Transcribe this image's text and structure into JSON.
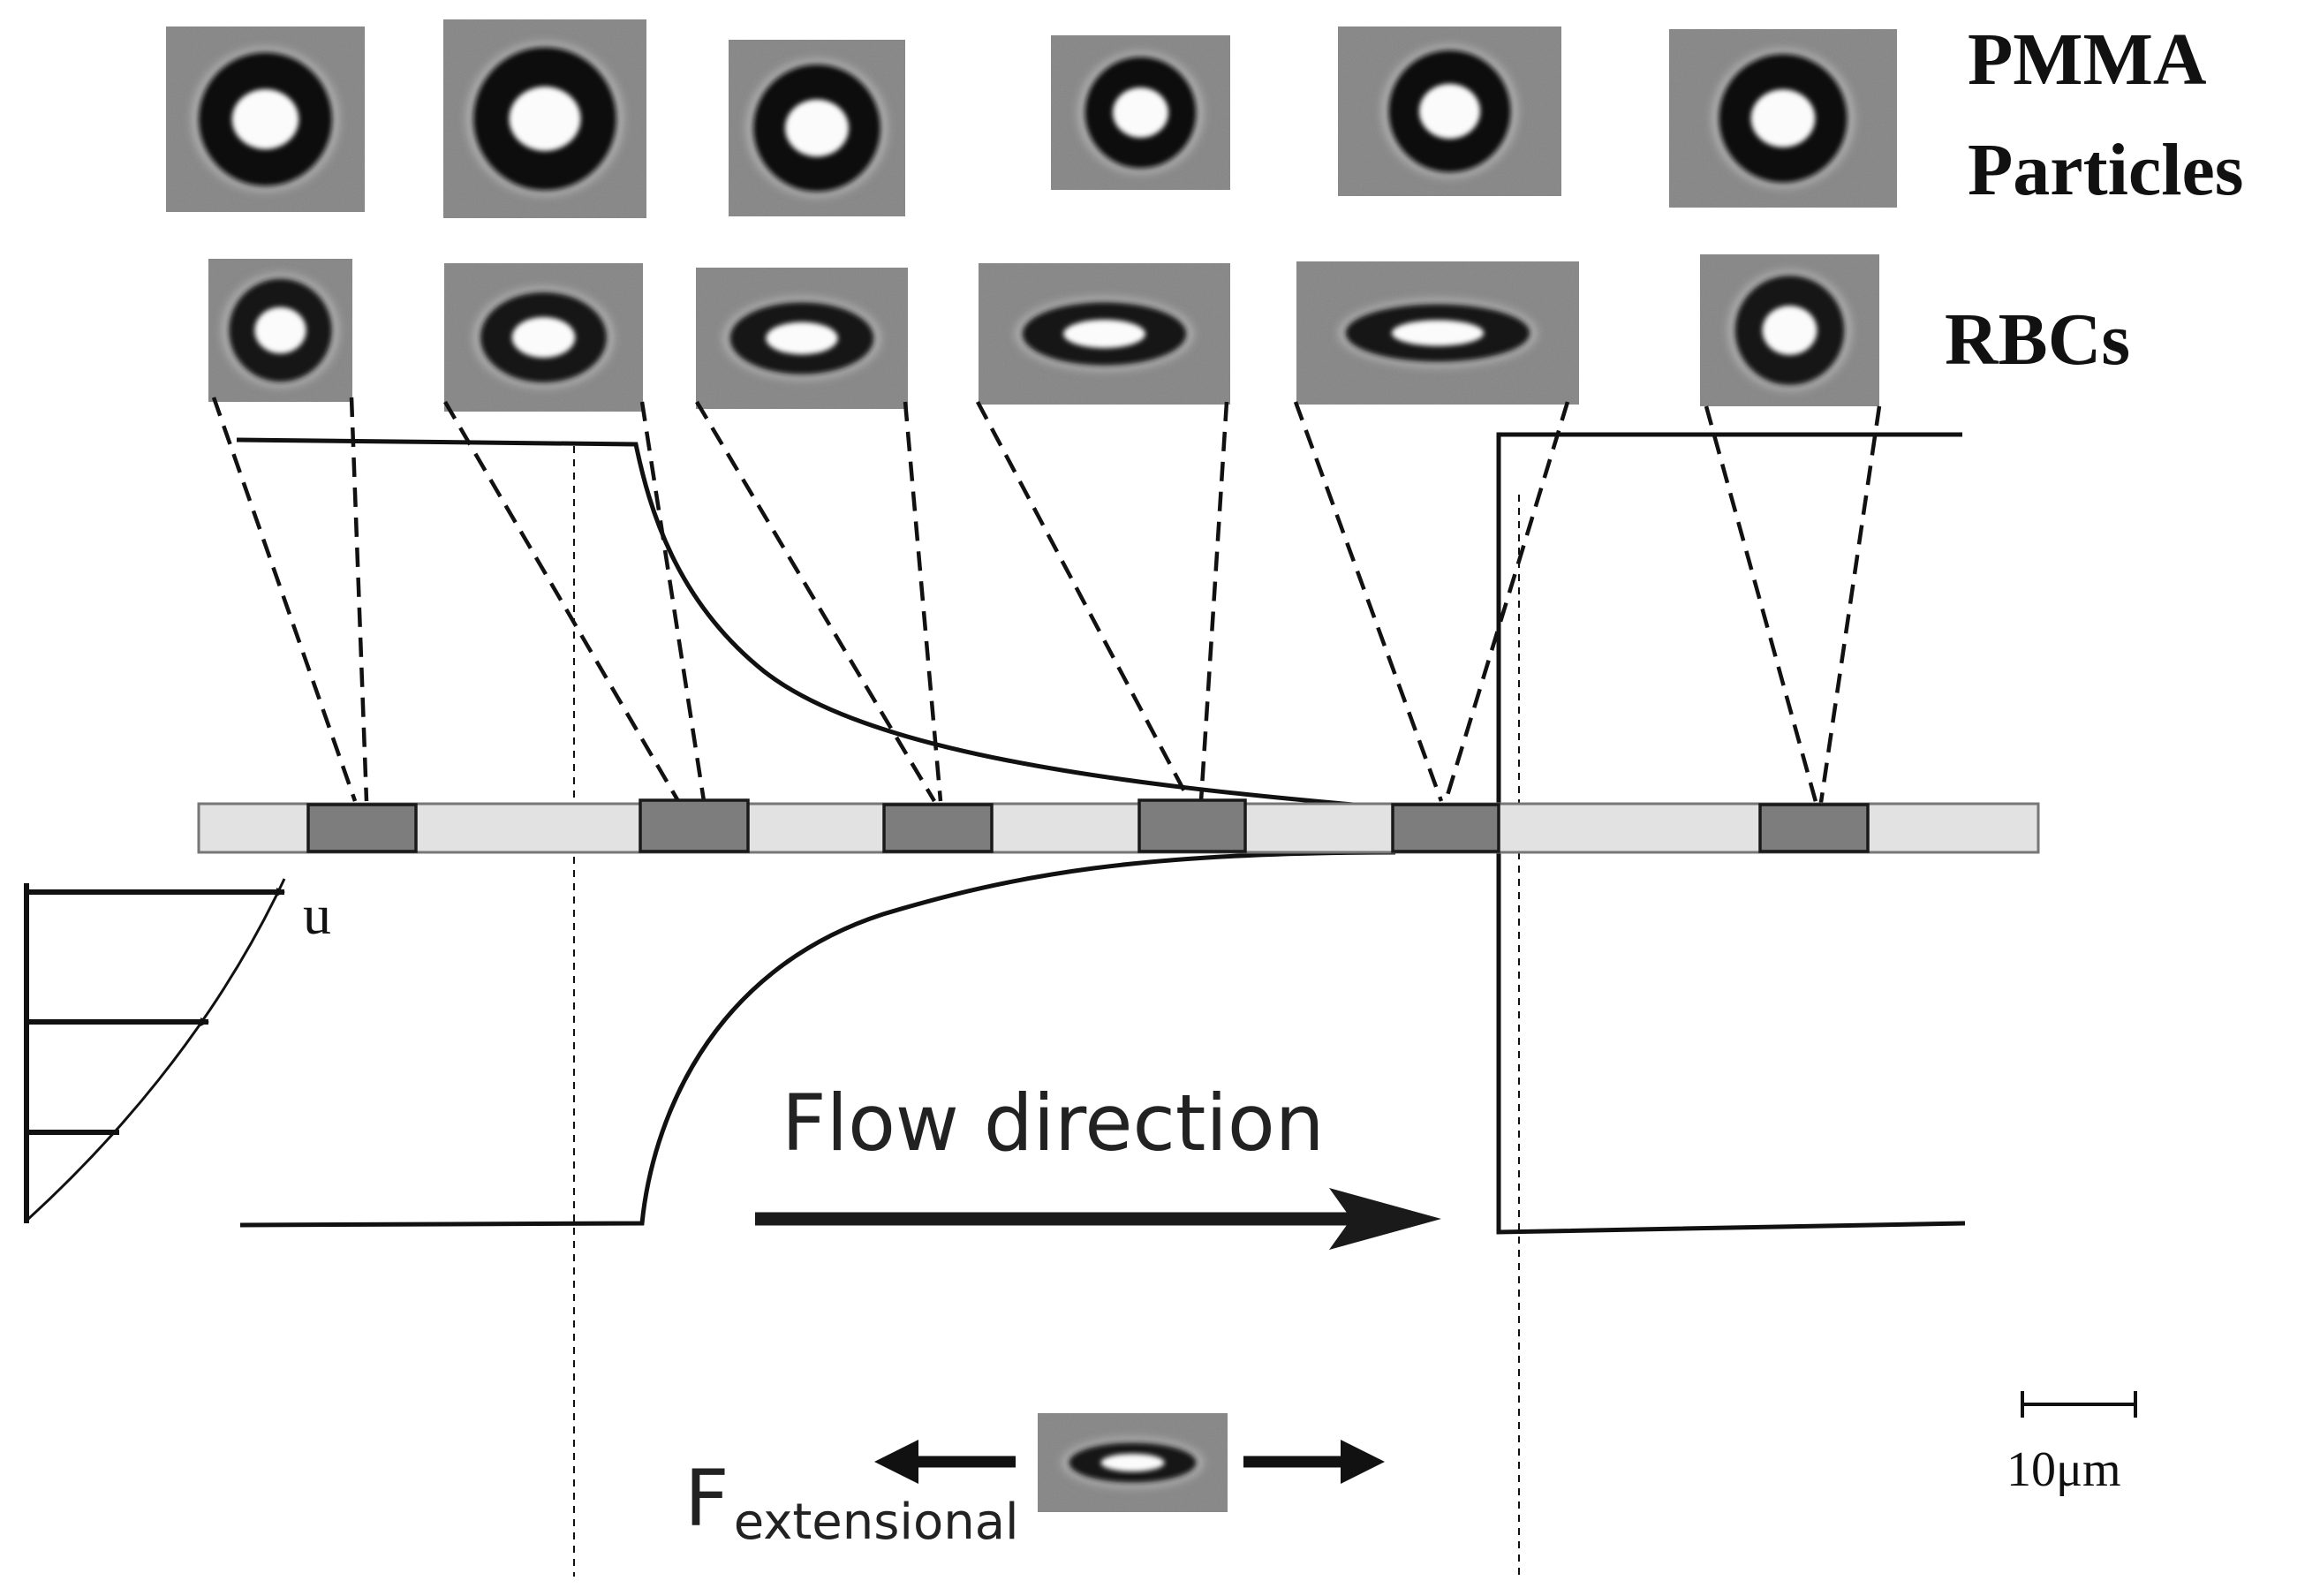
{
  "labels": {
    "pmma_line1": "PMMA",
    "pmma_line2": "Particles",
    "rbcs": "RBCs",
    "velocity_symbol": "u",
    "flow_direction": "Flow direction",
    "force_main": "F",
    "force_subscript": "extensional",
    "scale_bar": "10μm"
  },
  "pmma_particles": [
    {
      "stretch": 1.0
    },
    {
      "stretch": 1.0
    },
    {
      "stretch": 1.0
    },
    {
      "stretch": 1.0
    },
    {
      "stretch": 1.0
    },
    {
      "stretch": 1.0
    }
  ],
  "rbc_cells": [
    {
      "stretch": 1.0
    },
    {
      "stretch": 1.4
    },
    {
      "stretch": 2.0
    },
    {
      "stretch": 2.6
    },
    {
      "stretch": 3.2
    },
    {
      "stretch": 1.0
    }
  ],
  "colors": {
    "wall": "#111111",
    "tile_background": "#8f8f8f",
    "roi_fill": "#7d7d7d",
    "strip_fill": "#e2e2e2"
  }
}
